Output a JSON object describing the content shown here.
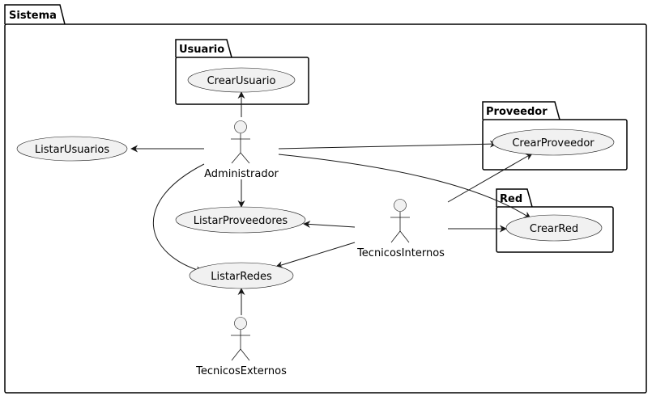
{
  "packages": {
    "sistema": "Sistema",
    "usuario": "Usuario",
    "proveedor": "Proveedor",
    "red": "Red"
  },
  "usecases": {
    "crear_usuario": "CrearUsuario",
    "listar_usuarios": "ListarUsuarios",
    "crear_proveedor": "CrearProveedor",
    "listar_proveedores": "ListarProveedores",
    "crear_red": "CrearRed",
    "listar_redes": "ListarRedes"
  },
  "actors": {
    "administrador": "Administrador",
    "tecnicos_internos": "TecnicosInternos",
    "tecnicos_externos": "TecnicosExternos"
  },
  "relations": [
    {
      "from": "Administrador",
      "to": "CrearUsuario"
    },
    {
      "from": "Administrador",
      "to": "ListarUsuarios"
    },
    {
      "from": "Administrador",
      "to": "CrearProveedor"
    },
    {
      "from": "Administrador",
      "to": "ListarProveedores"
    },
    {
      "from": "Administrador",
      "to": "CrearRed"
    },
    {
      "from": "Administrador",
      "to": "ListarRedes"
    },
    {
      "from": "TecnicosInternos",
      "to": "ListarProveedores"
    },
    {
      "from": "TecnicosInternos",
      "to": "ListarRedes"
    },
    {
      "from": "TecnicosInternos",
      "to": "CrearProveedor"
    },
    {
      "from": "TecnicosInternos",
      "to": "CrearRed"
    },
    {
      "from": "TecnicosExternos",
      "to": "ListarRedes"
    }
  ],
  "colors": {
    "usecase_fill": "#f1f1f1",
    "stroke": "#181818"
  }
}
